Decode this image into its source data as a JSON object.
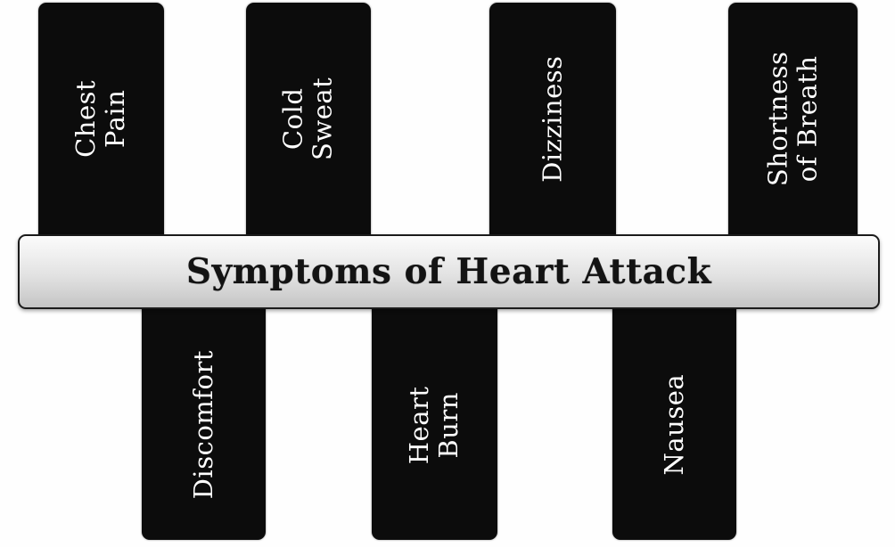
{
  "diagram": {
    "title": "Symptoms of Heart Attack",
    "top_row": {
      "items": [
        {
          "label": "Chest Pain"
        },
        {
          "label": "Cold Sweat"
        },
        {
          "label": "Dizziness"
        },
        {
          "label": "Shortness of Breath"
        }
      ]
    },
    "bottom_row": {
      "items": [
        {
          "label": "Discomfort"
        },
        {
          "label": "Heart Burn"
        },
        {
          "label": "Nausea"
        }
      ]
    },
    "colors": {
      "bar_fill": "#0c0c0c",
      "bar_text": "#ffffff",
      "banner_border": "#1b1b1b",
      "banner_gradient_top": "#fbfbfb",
      "banner_gradient_bottom": "#c4c4c4",
      "title_text": "#131313",
      "background": "#fefefe"
    }
  }
}
